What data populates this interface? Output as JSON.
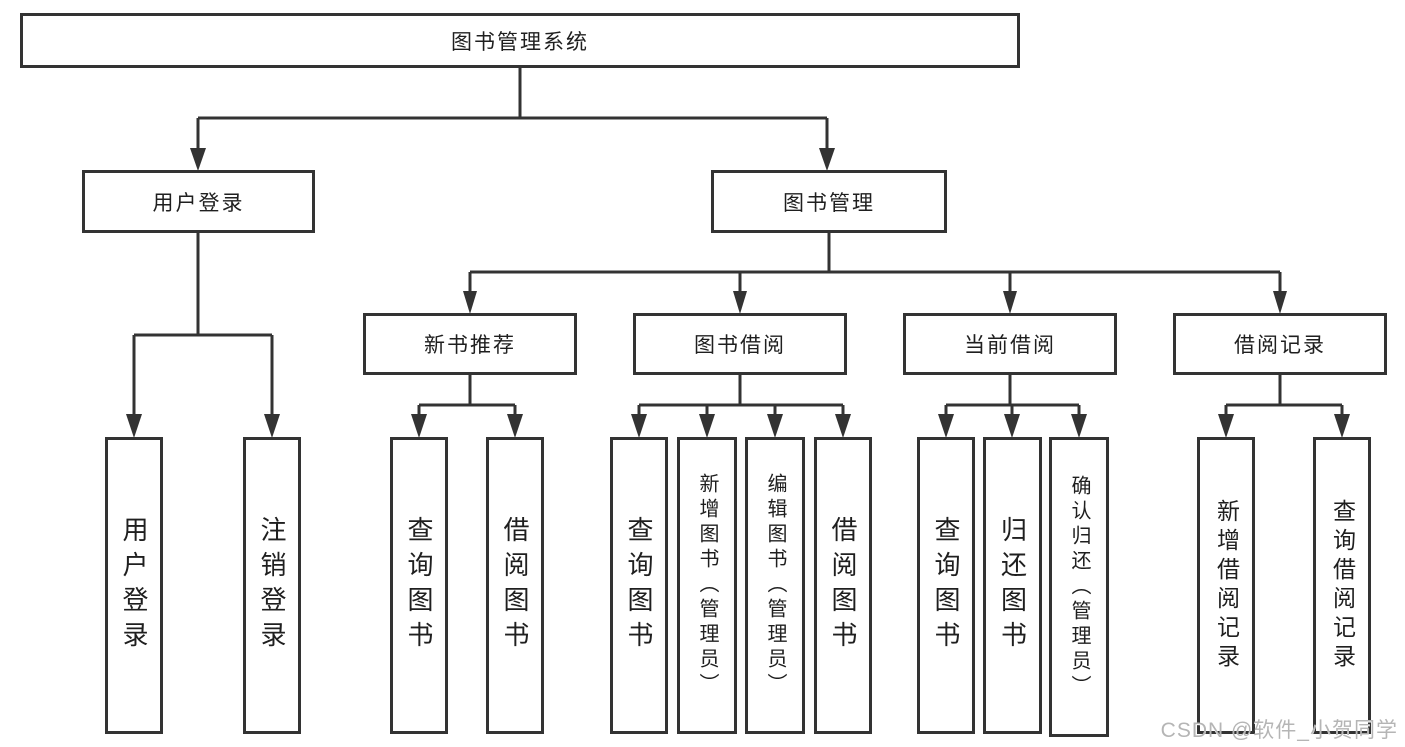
{
  "diagram": {
    "root": {
      "label": "图书管理系统"
    },
    "level2": [
      {
        "label": "用户登录"
      },
      {
        "label": "图书管理"
      }
    ],
    "level3": [
      {
        "label": "新书推荐"
      },
      {
        "label": "图书借阅"
      },
      {
        "label": "当前借阅"
      },
      {
        "label": "借阅记录"
      }
    ],
    "leaves": [
      {
        "label": "用户登录"
      },
      {
        "label": "注销登录"
      },
      {
        "label": "查询图书"
      },
      {
        "label": "借阅图书"
      },
      {
        "label": "查询图书"
      },
      {
        "label": "新增图书（管理员）"
      },
      {
        "label": "编辑图书（管理员）"
      },
      {
        "label": "借阅图书"
      },
      {
        "label": "查询图书"
      },
      {
        "label": "归还图书"
      },
      {
        "label": "确认归还（管理员）"
      },
      {
        "label": "新增借阅记录"
      },
      {
        "label": "查询借阅记录"
      }
    ]
  },
  "watermark": {
    "text": "CSDN @软件_小贺同学"
  },
  "colors": {
    "line": "#333333",
    "text": "#1f1f1f",
    "box_background": "#ffffff",
    "background": "#ffffff",
    "watermark": "#b5b5b5"
  }
}
